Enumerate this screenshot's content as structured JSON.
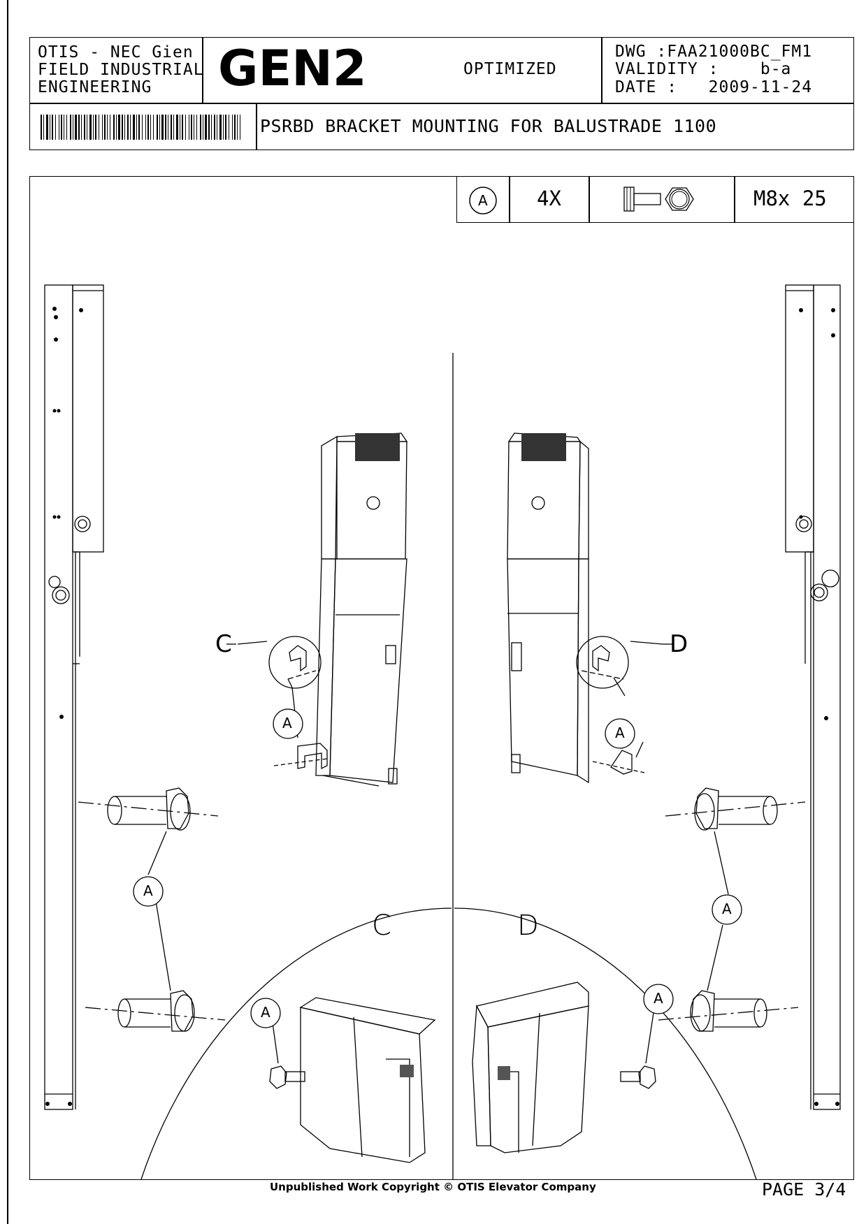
{
  "header": {
    "org_line1": "OTIS - NEC Gien",
    "org_line2": "FIELD INDUSTRIAL",
    "org_line3": "ENGINEERING",
    "logo_text": "GEN2",
    "status": "OPTIMIZED",
    "dwg": "DWG :FAA21000BC_FM1",
    "validity": "VALIDITY :    b-a",
    "date": "DATE :   2009-11-24",
    "title": "PSRBD BRACKET MOUNTING FOR BALUSTRADE 1100"
  },
  "legend": {
    "ref": "A",
    "qty": "4X",
    "spec": "M8x 25"
  },
  "callouts": {
    "a": "A",
    "c": "C",
    "d": "D"
  },
  "footer": {
    "copyright": "Unpublished Work Copyright © OTIS Elevator Company",
    "page": "PAGE 3/4"
  }
}
